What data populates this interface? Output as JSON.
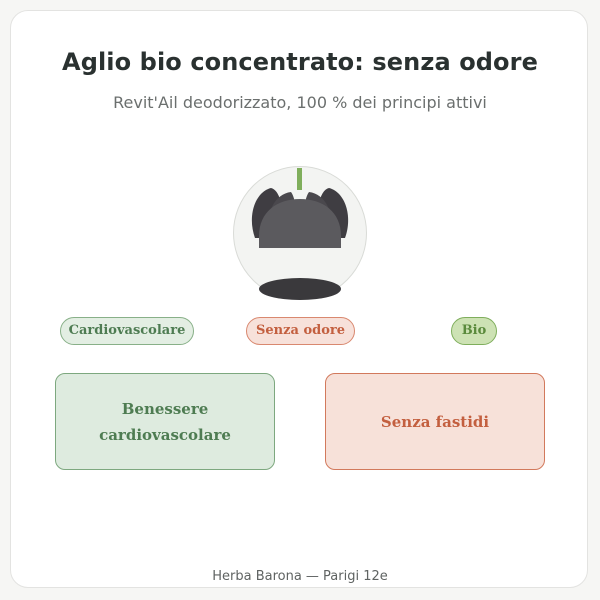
{
  "header": {
    "title": "Aglio bio concentrato: senza odore",
    "subtitle": "Revit'Ail deodorizzato, 100 % dei principi attivi"
  },
  "product": {
    "illustration": "garlic-bulb-icon"
  },
  "pills": [
    {
      "label": "Cardiovascolare",
      "color": "#4e7c52"
    },
    {
      "label": "Senza odore",
      "color": "#c35f3f"
    },
    {
      "label": "Bio",
      "color": "#5a8a3c"
    }
  ],
  "benefits": [
    {
      "label": "Benessere cardiovascolare",
      "color": "#4e7c52"
    },
    {
      "label": "Senza fastidi",
      "color": "#c35f3f"
    }
  ],
  "footer": {
    "text": "Herba Barona — Parigi 12e"
  }
}
